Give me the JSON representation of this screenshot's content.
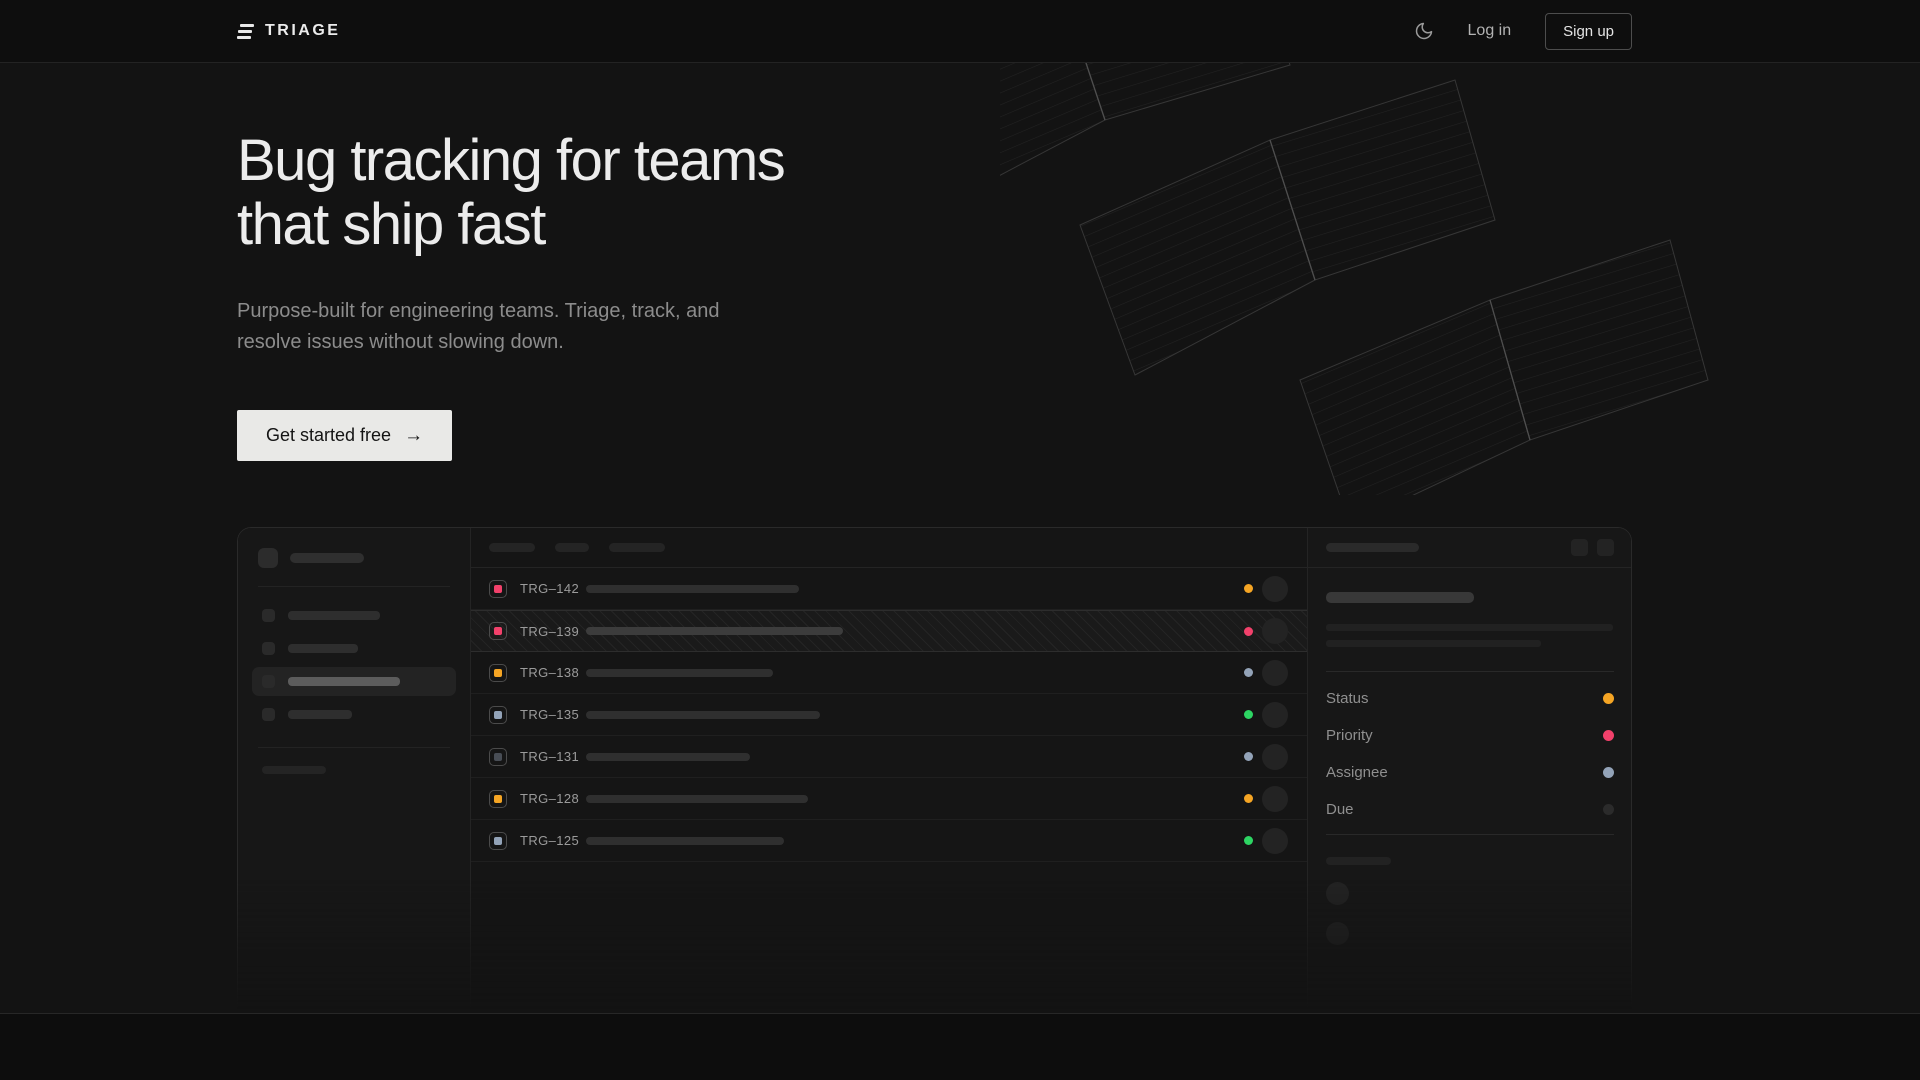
{
  "nav": {
    "brand": "TRIAGE",
    "login_label": "Log in",
    "signup_label": "Sign up"
  },
  "hero": {
    "heading_line1": "Bug tracking for teams",
    "heading_line2": "that ship fast",
    "subtitle": "Purpose-built for engineering teams. Triage, track, and resolve issues without slowing down.",
    "cta_label": "Get started free",
    "cta_arrow": "→"
  },
  "mockup": {
    "issues": [
      {
        "id": "TRG–142",
        "icon_color": "#f2416b",
        "status_color": "#f5a524",
        "title_width": 213,
        "highlighted": false
      },
      {
        "id": "TRG–139",
        "icon_color": "#f2416b",
        "status_color": "#f2416b",
        "title_width": 257,
        "highlighted": true
      },
      {
        "id": "TRG–138",
        "icon_color": "#f5a524",
        "status_color": "#93a3b8",
        "title_width": 187,
        "highlighted": false
      },
      {
        "id": "TRG–135",
        "icon_color": "#93a3b8",
        "status_color": "#2dd563",
        "title_width": 234,
        "highlighted": false
      },
      {
        "id": "TRG–131",
        "icon_color": "#484d55",
        "status_color": "#93a3b8",
        "title_width": 164,
        "highlighted": false
      },
      {
        "id": "TRG–128",
        "icon_color": "#f5a524",
        "status_color": "#f5a524",
        "title_width": 222,
        "highlighted": false
      },
      {
        "id": "TRG–125",
        "icon_color": "#93a3b8",
        "status_color": "#2dd563",
        "title_width": 198,
        "highlighted": false
      }
    ],
    "properties": [
      {
        "label": "Status",
        "dot_color": "#f5a524"
      },
      {
        "label": "Priority",
        "dot_color": "#f2416b"
      },
      {
        "label": "Assignee",
        "dot_color": "#93a3b8"
      },
      {
        "label": "Due",
        "dot_color": "#2b2b2b"
      }
    ]
  },
  "colors": {
    "accent_pink": "#f2416b",
    "accent_amber": "#f5a524",
    "accent_green": "#2dd563",
    "accent_slate": "#93a3b8",
    "page_bg": "#131313",
    "cta_bg": "#e9e9e7"
  }
}
